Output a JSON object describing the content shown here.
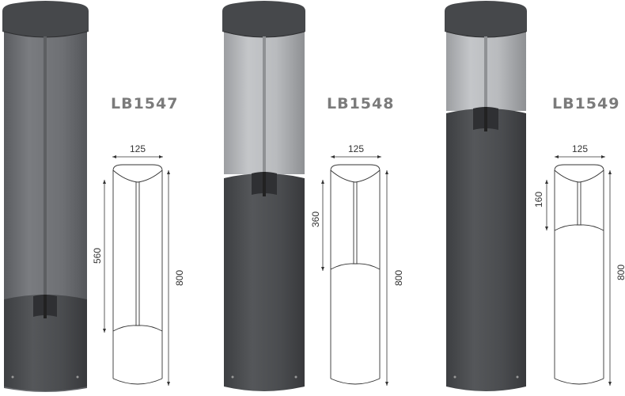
{
  "models": [
    {
      "name": "LB1547",
      "width": "125",
      "window_height": "560",
      "total_height": "800"
    },
    {
      "name": "LB1548",
      "width": "125",
      "window_height": "360",
      "total_height": "800"
    },
    {
      "name": "LB1549",
      "width": "125",
      "window_height": "160",
      "total_height": "800"
    }
  ],
  "colors": {
    "body": "#4d4f52",
    "body_dark": "#3a3c3f",
    "cap": "#45474a",
    "diffuser": "#b8babd",
    "diffuser_light": "#cfd1d4",
    "label": "#7b7b7b",
    "line": "#333333"
  }
}
